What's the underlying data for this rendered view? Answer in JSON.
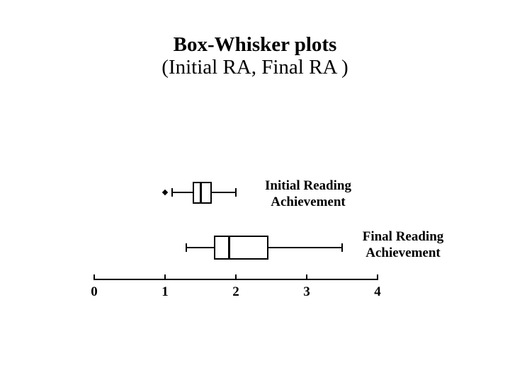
{
  "page": {
    "title": "Box-Whisker plots",
    "subtitle": "(Initial RA, Final RA )"
  },
  "colors": {
    "foreground": "#000000",
    "background": "#ffffff"
  },
  "chart_data": {
    "type": "boxplot",
    "orientation": "horizontal",
    "title": "Box-Whisker plots",
    "subtitle": "(Initial RA, Final RA )",
    "axis": {
      "min": 0,
      "max": 4,
      "ticks": [
        0,
        1,
        2,
        3,
        4
      ],
      "tick_labels": [
        "0",
        "1",
        "2",
        "3",
        "4"
      ]
    },
    "series": [
      {
        "name": "Initial Reading Achievement",
        "label_lines": [
          "Initial Reading",
          "Achievement"
        ],
        "whisker_low": 1.1,
        "q1": 1.4,
        "median": 1.5,
        "q3": 1.65,
        "whisker_high": 2.0,
        "outliers": [
          1.0
        ]
      },
      {
        "name": "Final Reading Achievement",
        "label_lines": [
          "Final Reading",
          "Achievement"
        ],
        "whisker_low": 1.3,
        "q1": 1.7,
        "median": 1.9,
        "q3": 2.45,
        "whisker_high": 3.5,
        "outliers": []
      }
    ],
    "grid": false,
    "legend": false
  }
}
